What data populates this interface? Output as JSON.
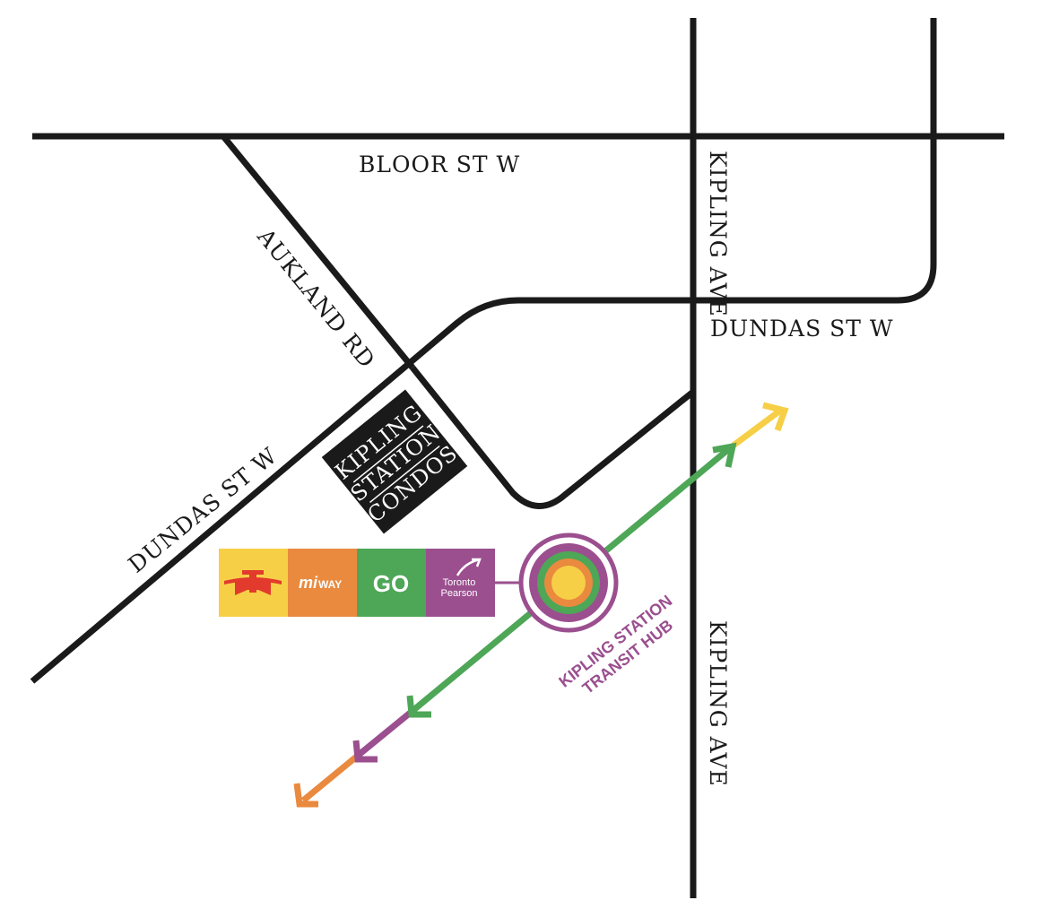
{
  "roads": {
    "bloor": "BLOOR ST W",
    "kipling_north": "KIPLING AVE",
    "kipling_south": "KIPLING AVE",
    "dundas_east": "DUNDAS ST W",
    "dundas_west": "DUNDAS ST W",
    "aukland": "AUKLAND RD"
  },
  "building": {
    "line1": "KIPLING",
    "line2": "STATION",
    "line3": "CONDOS"
  },
  "transit_logos": [
    {
      "name": "TTC",
      "color": "#f6cf47",
      "icon": "ttc-logo-icon"
    },
    {
      "name": "MiWay",
      "text_mi": "mi",
      "text_way": "WAY",
      "color": "#e98a3f",
      "icon": "miway-logo-icon"
    },
    {
      "name": "GO",
      "text": "GO",
      "color": "#4ea657",
      "icon": "go-logo-icon"
    },
    {
      "name": "Toronto Pearson",
      "line1": "Toronto",
      "line2": "Pearson",
      "color": "#9b4f8f",
      "icon": "pearson-logo-icon"
    }
  ],
  "hub": {
    "line1": "KIPLING STATION",
    "line2": "TRANSIT HUB",
    "color": "#9b4f8f"
  },
  "colors": {
    "ttc": "#f6cf47",
    "miway": "#e98a3f",
    "go": "#4ea657",
    "pearson": "#9b4f8f",
    "road": "#1a1a1a"
  }
}
